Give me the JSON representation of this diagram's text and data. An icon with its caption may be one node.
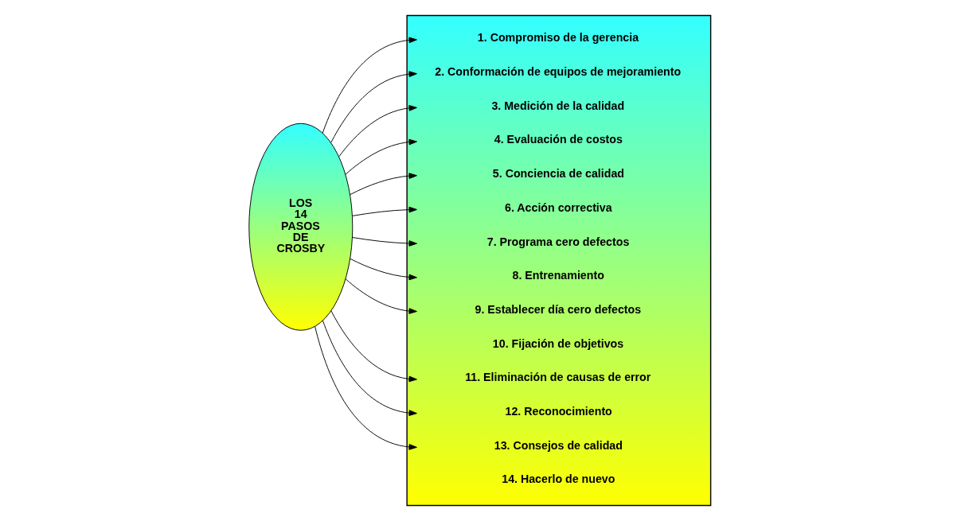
{
  "diagram": {
    "nodes": [
      {
        "text": [
          "LOS 14 PASOS DE CROSBY"
        ]
      },
      {
        "text": [],
        "shape": "box"
      },
      {
        "text": [
          "1. Compromiso de la gerencia"
        ],
        "in": 1
      },
      {
        "text": [
          "2. Conformación de equipos de mejoramiento"
        ],
        "in": 1
      },
      {
        "text": [
          "3. Medición de la calidad"
        ],
        "in": 1
      },
      {
        "text": [
          "4. Evaluación de costos"
        ],
        "in": 1
      },
      {
        "text": [
          "5. Conciencia de calidad"
        ],
        "in": 1
      },
      {
        "text": [
          "6. Acción correctiva"
        ],
        "in": 1
      },
      {
        "text": [
          "7. Programa cero defectos"
        ],
        "in": 1
      },
      {
        "text": [
          "8. Entrenamiento"
        ],
        "in": 1
      },
      {
        "text": [
          "9. Establecer día cero defectos"
        ],
        "in": 1
      },
      {
        "text": [
          "10. Fijación de objetivos"
        ],
        "in": 1
      },
      {
        "text": [
          "11. Eliminación de causas de error"
        ],
        "in": 1
      },
      {
        "text": [
          "12. Reconocimiento"
        ],
        "in": 1
      },
      {
        "text": [
          "13. Consejos de calidad"
        ],
        "in": 1
      },
      {
        "text": [
          "14. Hacerlo de nuevo"
        ],
        "in": 1
      }
    ],
    "edges": [
      {
        "from": 0,
        "to": 2,
        "arrow": "to"
      },
      {
        "from": 0,
        "to": 3,
        "arrow": "to"
      },
      {
        "from": 0,
        "to": 4,
        "arrow": "to"
      },
      {
        "from": 0,
        "to": 5,
        "arrow": "to"
      },
      {
        "from": 0,
        "to": 6,
        "arrow": "to"
      },
      {
        "from": 0,
        "to": 7,
        "arrow": "to"
      },
      {
        "from": 0,
        "to": 8,
        "arrow": "to"
      },
      {
        "from": 0,
        "to": 9,
        "arrow": "to"
      },
      {
        "from": 0,
        "to": 10,
        "arrow": "to"
      },
      {
        "from": 0,
        "to": 12,
        "arrow": "to"
      },
      {
        "from": 0,
        "to": 13,
        "arrow": "to"
      },
      {
        "from": 0,
        "to": 14,
        "arrow": "to"
      }
    ]
  }
}
